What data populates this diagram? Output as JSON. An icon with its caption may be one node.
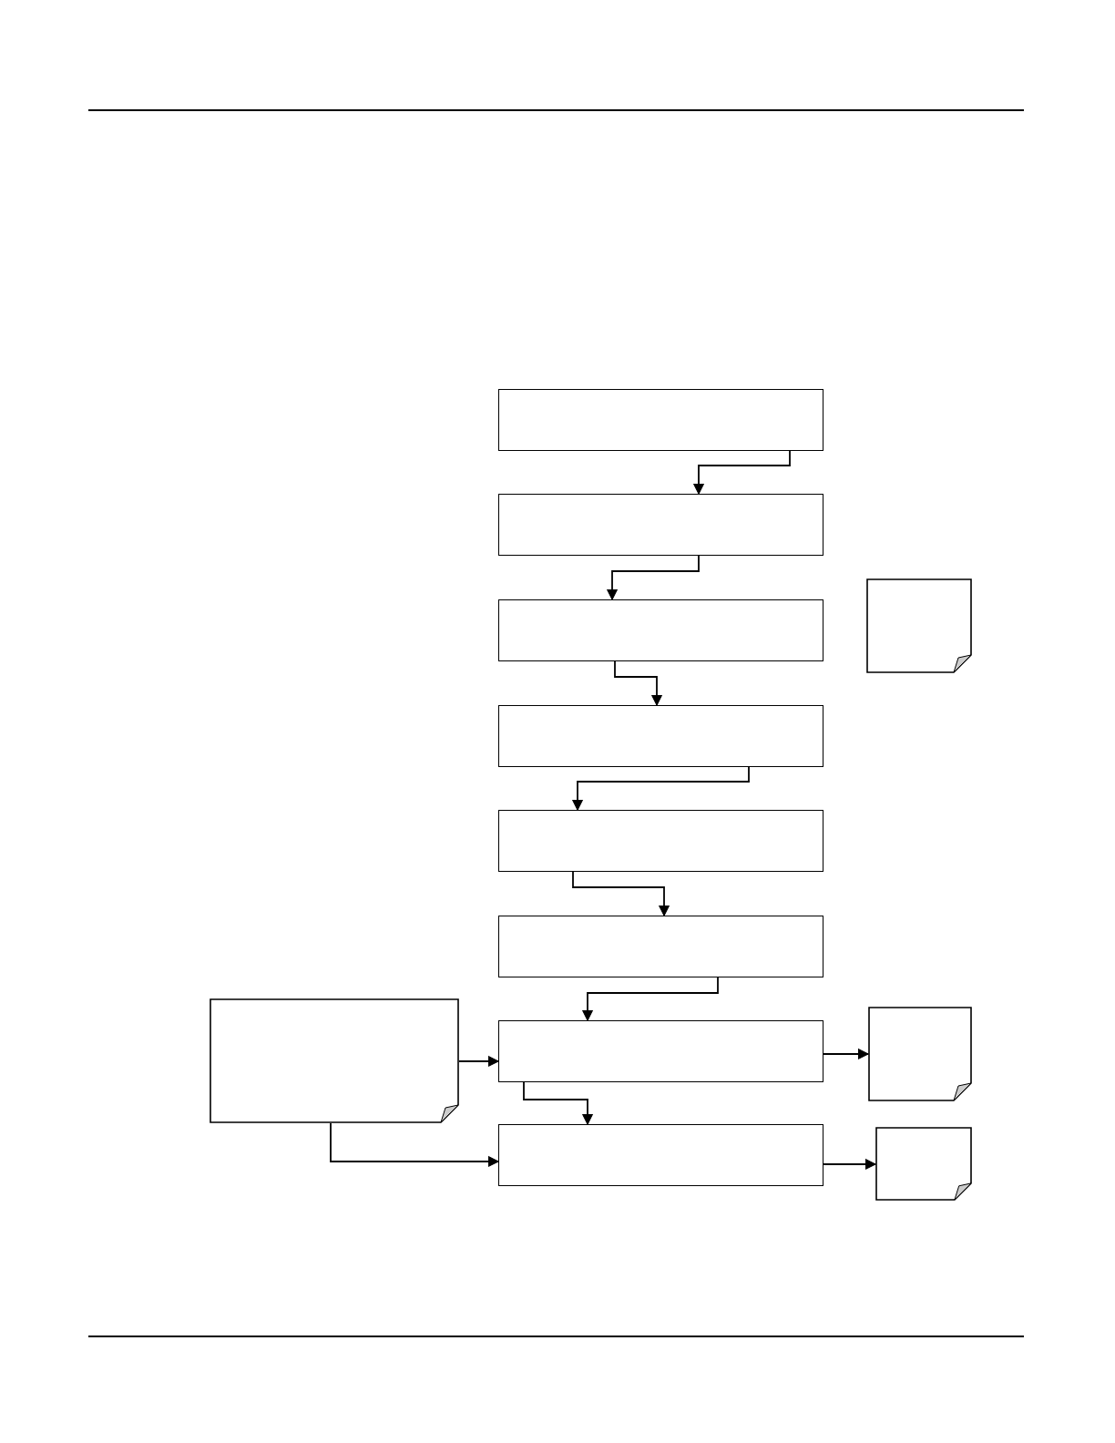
{
  "diagram": {
    "nodes": [
      {
        "text": [],
        "shape": "box"
      },
      {
        "text": [],
        "shape": "box"
      },
      {
        "text": [],
        "shape": "box"
      },
      {
        "text": [],
        "shape": "note"
      },
      {
        "text": [],
        "shape": "box"
      },
      {
        "text": [],
        "shape": "box"
      },
      {
        "text": [],
        "shape": "box"
      },
      {
        "text": [],
        "shape": "note"
      },
      {
        "text": [],
        "shape": "box"
      },
      {
        "text": [],
        "shape": "note"
      },
      {
        "text": [],
        "shape": "box"
      },
      {
        "text": [],
        "shape": "note"
      }
    ],
    "edges": [
      {
        "from": 0,
        "to": 1,
        "arrow": "to"
      },
      {
        "from": 1,
        "to": 2,
        "arrow": "to"
      },
      {
        "from": 2,
        "to": 4,
        "arrow": "to"
      },
      {
        "from": 4,
        "to": 5,
        "arrow": "to"
      },
      {
        "from": 5,
        "to": 6,
        "arrow": "to"
      },
      {
        "from": 6,
        "to": 8,
        "arrow": "to"
      },
      {
        "from": 7,
        "to": 8,
        "arrow": "to"
      },
      {
        "from": 7,
        "to": 10,
        "arrow": "to"
      },
      {
        "from": 8,
        "to": 10,
        "arrow": "to"
      },
      {
        "from": 8,
        "to": 9,
        "arrow": "to"
      },
      {
        "from": 10,
        "to": 11,
        "arrow": "to"
      }
    ]
  }
}
